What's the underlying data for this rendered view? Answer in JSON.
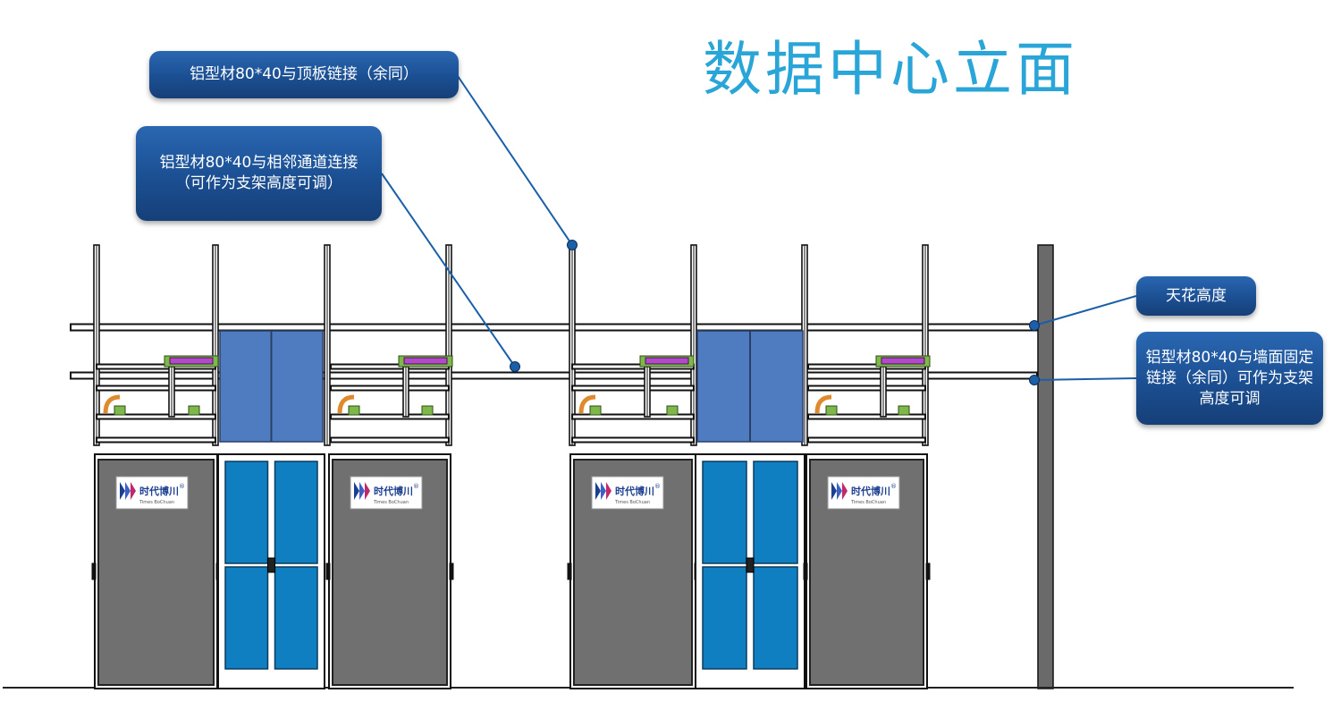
{
  "title": "数据中心立面",
  "callouts": [
    {
      "id": "top-link",
      "text": "铝型材80*40与顶板链接（余同）"
    },
    {
      "id": "adjacent-aisle",
      "text": "铝型材80*40与相邻通道连接（可作为支架高度可调）"
    },
    {
      "id": "ceiling-height",
      "text": "天花高度"
    },
    {
      "id": "wall-fix",
      "text": "铝型材80*40与墙面固定链接（余同）可作为支架高度可调"
    }
  ],
  "logo": {
    "brand_cn": "时代博川",
    "brand_en": "Times BoChuan",
    "mark": "®"
  },
  "colors": {
    "callout_bg": "#1f5aa3",
    "title": "#2aa5d8",
    "rack_panel": "#707070",
    "door_glass": "#0f7fc1",
    "upper_glass": "#4f7cc0",
    "frame": "#111111",
    "leader_line": "#1a5fa8"
  }
}
